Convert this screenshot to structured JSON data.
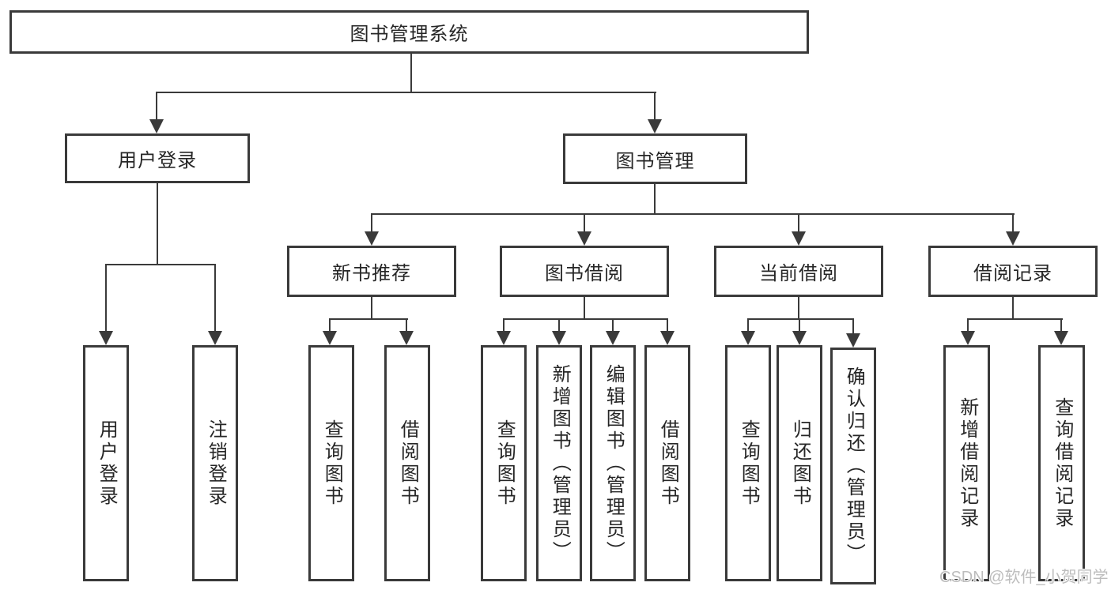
{
  "diagram_title": "图书管理系统",
  "nodes": {
    "root": "图书管理系统",
    "user_login": "用户登录",
    "book_management": "图书管理",
    "leaf_user_login": "用户登录",
    "leaf_logout": "注销登录",
    "new_book_recommend": "新书推荐",
    "book_borrow": "图书借阅",
    "current_borrow": "当前借阅",
    "borrow_record": "借阅记录",
    "nb_query_book": "查询图书",
    "nb_borrow_book": "借阅图书",
    "bb_query_book": "查询图书",
    "bb_add_book": "新增图书（管理员）",
    "bb_edit_book": "编辑图书（管理员）",
    "bb_borrow_book": "借阅图书",
    "cb_query_book": "查询图书",
    "cb_return_book": "归还图书",
    "cb_confirm_return": "确认归还（管理员）",
    "br_add_record": "新增借阅记录",
    "br_query_record": "查询借阅记录"
  },
  "hierarchy": {
    "图书管理系统": {
      "用户登录": [
        "用户登录",
        "注销登录"
      ],
      "图书管理": {
        "新书推荐": [
          "查询图书",
          "借阅图书"
        ],
        "图书借阅": [
          "查询图书",
          "新增图书（管理员）",
          "编辑图书（管理员）",
          "借阅图书"
        ],
        "当前借阅": [
          "查询图书",
          "归还图书",
          "确认归还（管理员）"
        ],
        "借阅记录": [
          "新增借阅记录",
          "查询借阅记录"
        ]
      }
    }
  },
  "watermark": {
    "text": "CSDN @软件_小贺同学"
  },
  "colors": {
    "line": "#3a3a3a",
    "text": "#262626",
    "watermark": "#bdbdbd",
    "background": "#ffffff"
  }
}
